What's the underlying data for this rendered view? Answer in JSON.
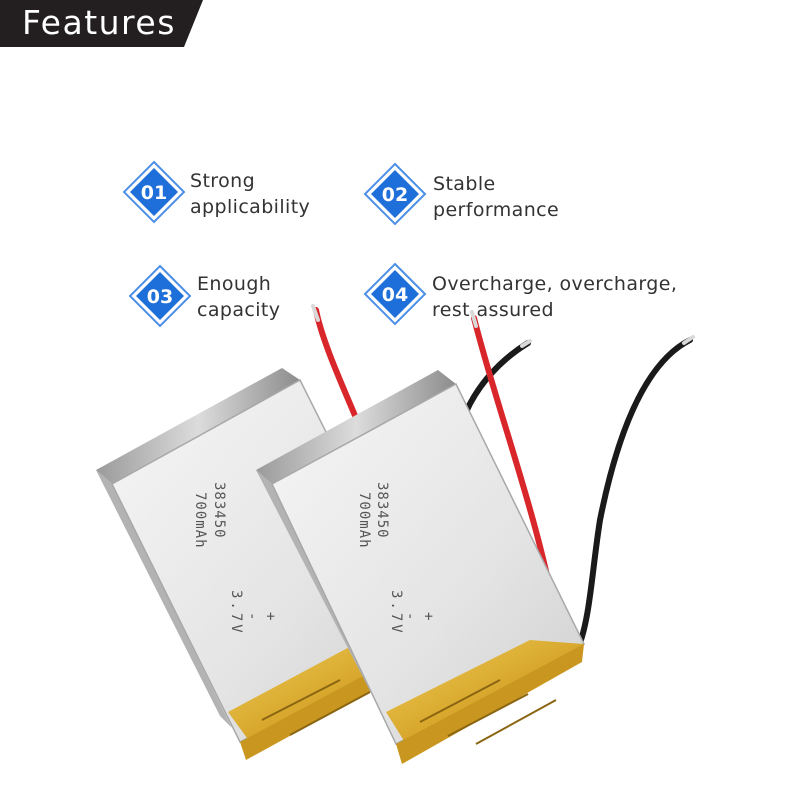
{
  "header": {
    "title": "Features"
  },
  "features": [
    {
      "number": "01",
      "line1": "Strong",
      "line2": "applicability"
    },
    {
      "number": "02",
      "line1": "Stable",
      "line2": "performance"
    },
    {
      "number": "03",
      "line1": "Enough",
      "line2": "capacity"
    },
    {
      "number": "04",
      "line1": "Overcharge, overcharge,",
      "line2": "rest assured"
    }
  ],
  "battery": {
    "model": "383450",
    "capacity": "700mAh",
    "voltage": "3.7V",
    "minus": "-",
    "plus": "+"
  },
  "colors": {
    "header_bg": "#231f20",
    "badge_blue": "#1e6fd9",
    "badge_ring": "#4d8fe6",
    "text": "#333333",
    "wire_red": "#d8262b",
    "wire_black": "#1a1a1a",
    "tape_yellow": "#e0b43a"
  }
}
